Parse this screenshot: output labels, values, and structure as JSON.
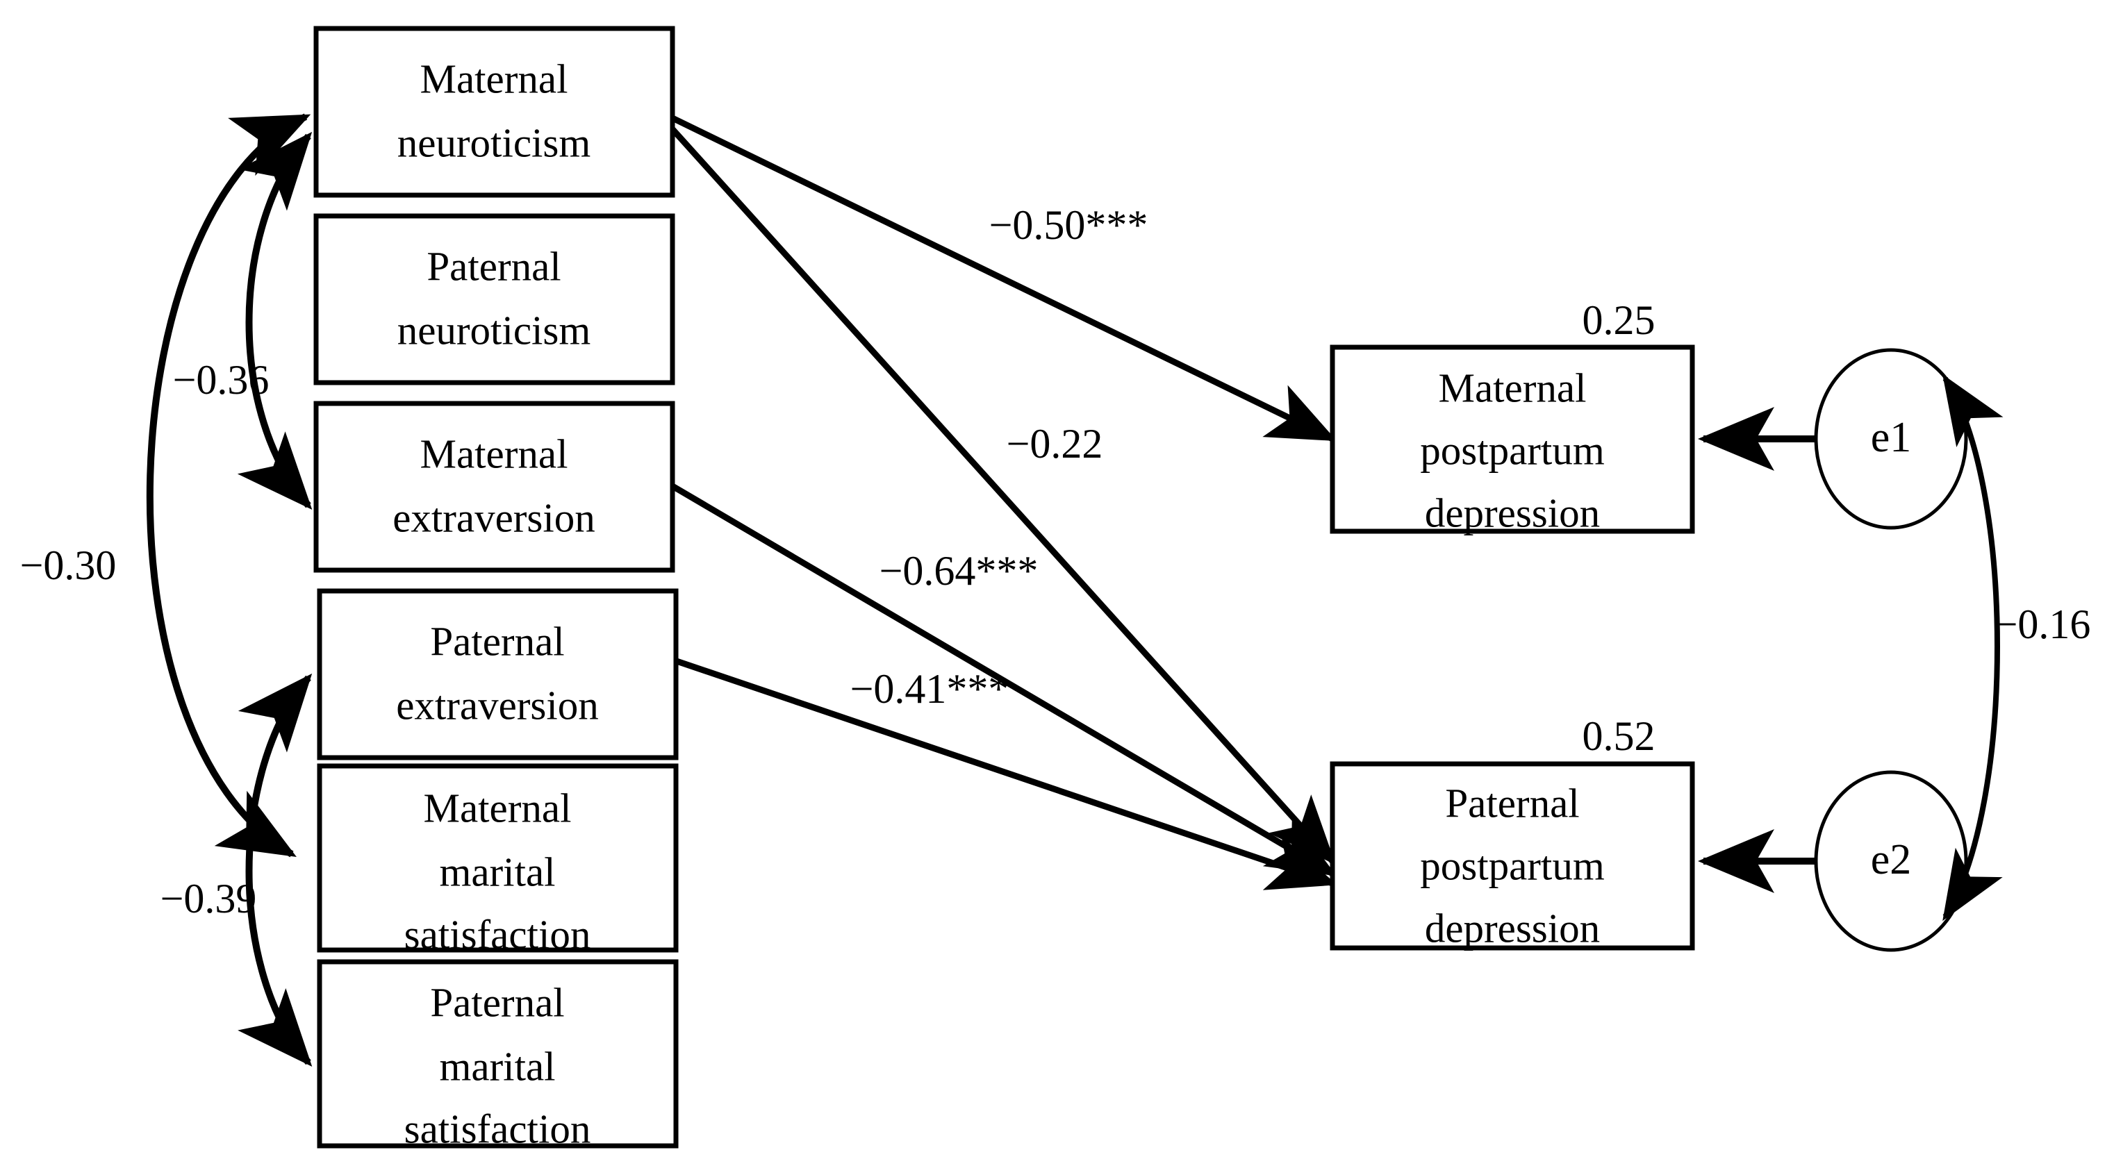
{
  "diagram": {
    "type": "sem-path-diagram",
    "background_color": "#ffffff",
    "stroke_color": "#000000",
    "predictors": [
      {
        "id": "maternal_neuroticism",
        "label_line1": "Maternal",
        "label_line2": "neuroticism",
        "label_line3": ""
      },
      {
        "id": "paternal_neuroticism",
        "label_line1": "Paternal",
        "label_line2": "neuroticism",
        "label_line3": ""
      },
      {
        "id": "maternal_extraversion",
        "label_line1": "Maternal",
        "label_line2": "extraversion",
        "label_line3": ""
      },
      {
        "id": "paternal_extraversion",
        "label_line1": "Paternal",
        "label_line2": "extraversion",
        "label_line3": ""
      },
      {
        "id": "maternal_marital_satisfaction",
        "label_line1": "Maternal",
        "label_line2": "marital",
        "label_line3": "satisfaction"
      },
      {
        "id": "paternal_marital_satisfaction",
        "label_line1": "Paternal",
        "label_line2": "marital",
        "label_line3": "satisfaction"
      }
    ],
    "outcomes": [
      {
        "id": "maternal_ppd",
        "label_line1": "Maternal",
        "label_line2": "postpartum",
        "label_line3": "depression",
        "variance": "0.25",
        "error_term": "e1"
      },
      {
        "id": "paternal_ppd",
        "label_line1": "Paternal",
        "label_line2": "postpartum",
        "label_line3": "depression",
        "variance": "0.52",
        "error_term": "e2"
      }
    ],
    "regression_paths": [
      {
        "id": "mn_to_mppd",
        "from": "maternal_neuroticism",
        "to": "maternal_ppd",
        "coefficient": "−0.50***"
      },
      {
        "id": "mn_to_pppd",
        "from": "maternal_neuroticism",
        "to": "paternal_ppd",
        "coefficient": "−0.22"
      },
      {
        "id": "me_to_pppd",
        "from": "maternal_extraversion",
        "to": "paternal_ppd",
        "coefficient": "−0.64***"
      },
      {
        "id": "pe_to_pppd",
        "from": "paternal_extraversion",
        "to": "paternal_ppd",
        "coefficient": "−0.41***"
      }
    ],
    "correlations": [
      {
        "id": "corr_outer",
        "from": "maternal_neuroticism",
        "to": "maternal_marital_satisfaction",
        "coefficient": "−0.30"
      },
      {
        "id": "corr_upper",
        "from": "maternal_neuroticism",
        "to": "maternal_extraversion",
        "coefficient": "−0.36"
      },
      {
        "id": "corr_lower",
        "from": "paternal_extraversion",
        "to": "paternal_marital_satisfaction",
        "coefficient": "−0.39"
      },
      {
        "id": "corr_errors",
        "from": "e1",
        "to": "e2",
        "coefficient": "−0.16"
      }
    ]
  }
}
